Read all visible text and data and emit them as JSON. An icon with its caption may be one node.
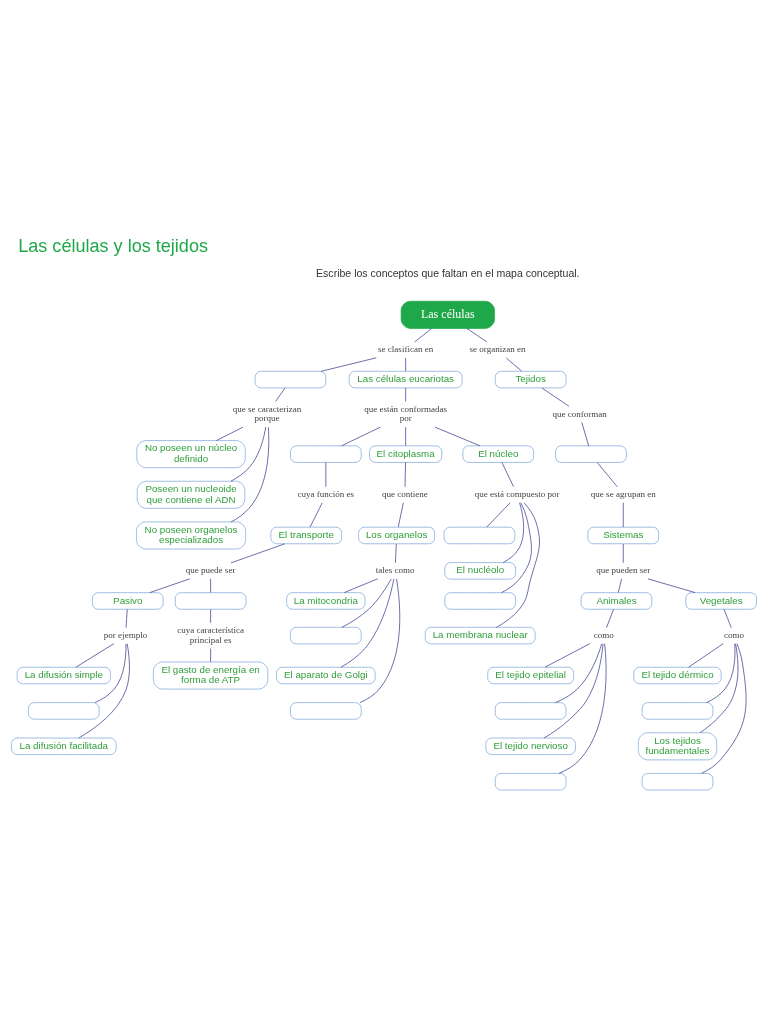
{
  "diagram": {
    "title": "Las células y los tejidos",
    "nodes": [
      {
        "text": [
          "Las células"
        ]
      },
      {
        "text": [
          "se clasifican en"
        ]
      },
      {
        "text": [],
        "shape": "box"
      },
      {
        "text": [
          "Las células eucariotas"
        ]
      },
      {
        "text": [
          "que se caracterizan porque"
        ]
      },
      {
        "text": [
          "No poseen un núcleo definido"
        ]
      },
      {
        "text": [
          "Poseen un nucleoide que contiene el ADN"
        ]
      },
      {
        "text": [
          "No poseen organelos especializados"
        ]
      },
      {
        "text": [
          "que están conformadas por"
        ]
      },
      {
        "text": [],
        "shape": "box"
      },
      {
        "text": [
          "El citoplasma"
        ]
      },
      {
        "text": [
          "El núcleo"
        ]
      },
      {
        "text": [
          "cuya función es"
        ]
      },
      {
        "text": [
          "El transporte"
        ]
      },
      {
        "text": [
          "que puede ser"
        ]
      },
      {
        "text": [
          "Pasivo"
        ]
      },
      {
        "text": [],
        "shape": "box"
      },
      {
        "text": [
          "por ejemplo"
        ]
      },
      {
        "text": [
          "La difusión simple"
        ]
      },
      {
        "text": [],
        "shape": "box"
      },
      {
        "text": [
          "La difusión facilitada"
        ]
      },
      {
        "text": [
          "cuya característica principal es"
        ]
      },
      {
        "text": [
          "El gasto de energía en forma de ATP"
        ]
      },
      {
        "text": [
          "que contiene"
        ]
      },
      {
        "text": [
          "Los organelos"
        ]
      },
      {
        "text": [
          "tales como"
        ]
      },
      {
        "text": [
          "La mitocondria"
        ]
      },
      {
        "text": [],
        "shape": "box"
      },
      {
        "text": [
          "El aparato de Golgi"
        ]
      },
      {
        "text": [],
        "shape": "box"
      },
      {
        "text": [
          "que está compuesto por"
        ]
      },
      {
        "text": [],
        "shape": "box"
      },
      {
        "text": [
          "El nucléolo"
        ]
      },
      {
        "text": [],
        "shape": "box"
      },
      {
        "text": [
          "La membrana nuclear"
        ]
      },
      {
        "text": [
          "se organizan en"
        ]
      },
      {
        "text": [
          "Tejidos"
        ]
      },
      {
        "text": [
          "que conforman"
        ]
      },
      {
        "text": [],
        "shape": "box"
      },
      {
        "text": [
          "que se agrupan en"
        ]
      },
      {
        "text": [
          "Sistemas"
        ]
      },
      {
        "text": [
          "que pueden ser"
        ]
      },
      {
        "text": [
          "Animales"
        ]
      },
      {
        "text": [
          "Vegetales"
        ]
      },
      {
        "text": [
          "como"
        ]
      },
      {
        "text": [
          "El tejido epitelial"
        ]
      },
      {
        "text": [],
        "shape": "box"
      },
      {
        "text": [
          "El tejido nervioso"
        ]
      },
      {
        "text": [],
        "shape": "box"
      },
      {
        "text": [
          "como"
        ]
      },
      {
        "text": [
          "El tejido dérmico"
        ]
      },
      {
        "text": [],
        "shape": "box"
      },
      {
        "text": [
          "Los tejidos fundamentales"
        ]
      },
      {
        "text": [],
        "shape": "box"
      }
    ],
    "edges": [
      {
        "from": 0,
        "to": 1,
        "arrow": "none"
      },
      {
        "from": 1,
        "to": 2,
        "arrow": "none"
      },
      {
        "from": 1,
        "to": 3,
        "arrow": "none"
      },
      {
        "from": 2,
        "to": 4,
        "arrow": "none"
      },
      {
        "from": 4,
        "to": 5,
        "arrow": "none"
      },
      {
        "from": 4,
        "to": 6,
        "arrow": "none"
      },
      {
        "from": 4,
        "to": 7,
        "arrow": "none"
      },
      {
        "from": 3,
        "to": 8,
        "arrow": "none"
      },
      {
        "from": 8,
        "to": 9,
        "arrow": "none"
      },
      {
        "from": 8,
        "to": 10,
        "arrow": "none"
      },
      {
        "from": 8,
        "to": 11,
        "arrow": "none"
      },
      {
        "from": 9,
        "to": 12,
        "arrow": "none"
      },
      {
        "from": 12,
        "to": 13,
        "arrow": "none"
      },
      {
        "from": 13,
        "to": 14,
        "arrow": "none"
      },
      {
        "from": 14,
        "to": 15,
        "arrow": "none"
      },
      {
        "from": 14,
        "to": 16,
        "arrow": "none"
      },
      {
        "from": 15,
        "to": 17,
        "arrow": "none"
      },
      {
        "from": 17,
        "to": 18,
        "arrow": "none"
      },
      {
        "from": 17,
        "to": 19,
        "arrow": "none"
      },
      {
        "from": 17,
        "to": 20,
        "arrow": "none"
      },
      {
        "from": 16,
        "to": 21,
        "arrow": "none"
      },
      {
        "from": 21,
        "to": 22,
        "arrow": "none"
      },
      {
        "from": 10,
        "to": 23,
        "arrow": "none"
      },
      {
        "from": 23,
        "to": 24,
        "arrow": "none"
      },
      {
        "from": 24,
        "to": 25,
        "arrow": "none"
      },
      {
        "from": 25,
        "to": 26,
        "arrow": "none"
      },
      {
        "from": 25,
        "to": 27,
        "arrow": "none"
      },
      {
        "from": 25,
        "to": 28,
        "arrow": "none"
      },
      {
        "from": 25,
        "to": 29,
        "arrow": "none"
      },
      {
        "from": 11,
        "to": 30,
        "arrow": "none"
      },
      {
        "from": 30,
        "to": 31,
        "arrow": "none"
      },
      {
        "from": 30,
        "to": 32,
        "arrow": "none"
      },
      {
        "from": 30,
        "to": 33,
        "arrow": "none"
      },
      {
        "from": 30,
        "to": 34,
        "arrow": "none"
      },
      {
        "from": 0,
        "to": 35,
        "arrow": "none"
      },
      {
        "from": 35,
        "to": 36,
        "arrow": "none"
      },
      {
        "from": 36,
        "to": 37,
        "arrow": "none"
      },
      {
        "from": 37,
        "to": 38,
        "arrow": "none"
      },
      {
        "from": 38,
        "to": 39,
        "arrow": "none"
      },
      {
        "from": 39,
        "to": 40,
        "arrow": "none"
      },
      {
        "from": 40,
        "to": 41,
        "arrow": "none"
      },
      {
        "from": 41,
        "to": 42,
        "arrow": "none"
      },
      {
        "from": 41,
        "to": 43,
        "arrow": "none"
      },
      {
        "from": 42,
        "to": 44,
        "arrow": "none"
      },
      {
        "from": 44,
        "to": 45,
        "arrow": "none"
      },
      {
        "from": 44,
        "to": 46,
        "arrow": "none"
      },
      {
        "from": 44,
        "to": 47,
        "arrow": "none"
      },
      {
        "from": 44,
        "to": 48,
        "arrow": "none"
      },
      {
        "from": 43,
        "to": 49,
        "arrow": "none"
      },
      {
        "from": 49,
        "to": 50,
        "arrow": "none"
      },
      {
        "from": 49,
        "to": 51,
        "arrow": "none"
      },
      {
        "from": 49,
        "to": 52,
        "arrow": "none"
      },
      {
        "from": 49,
        "to": 53,
        "arrow": "none"
      }
    ],
    "labels": [
      "Escribe los conceptos que faltan en el mapa conceptual."
    ]
  }
}
